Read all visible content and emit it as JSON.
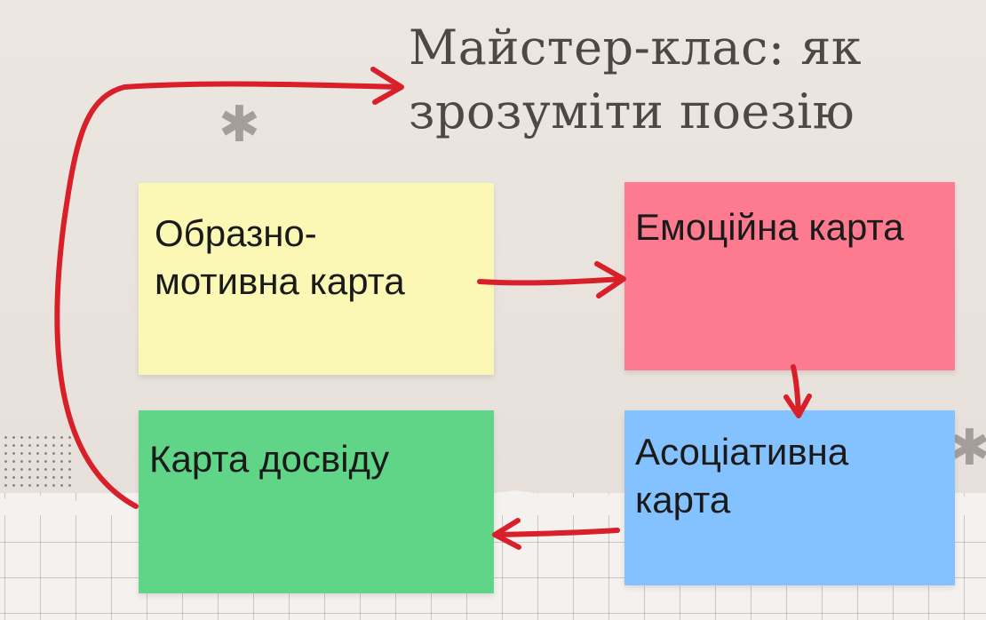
{
  "title": "Майстер-клас: як зрозуміти поезію",
  "cards": {
    "yellow": {
      "label": "Образно-мотивна карта",
      "color": "#fbf7b4"
    },
    "red": {
      "label": "Емоційна карта",
      "color": "#fd7a8f"
    },
    "blue": {
      "label": "Асоціативна карта",
      "color": "#84c2ff"
    },
    "green": {
      "label": "Карта досвіду",
      "color": "#60d587"
    }
  },
  "flow": [
    "Образно-мотивна карта",
    "Емоційна карта",
    "Асоціативна карта",
    "Карта досвіду",
    "Майстер-клас: як зрозуміти поезію"
  ],
  "arrow_color": "#d81f2a"
}
